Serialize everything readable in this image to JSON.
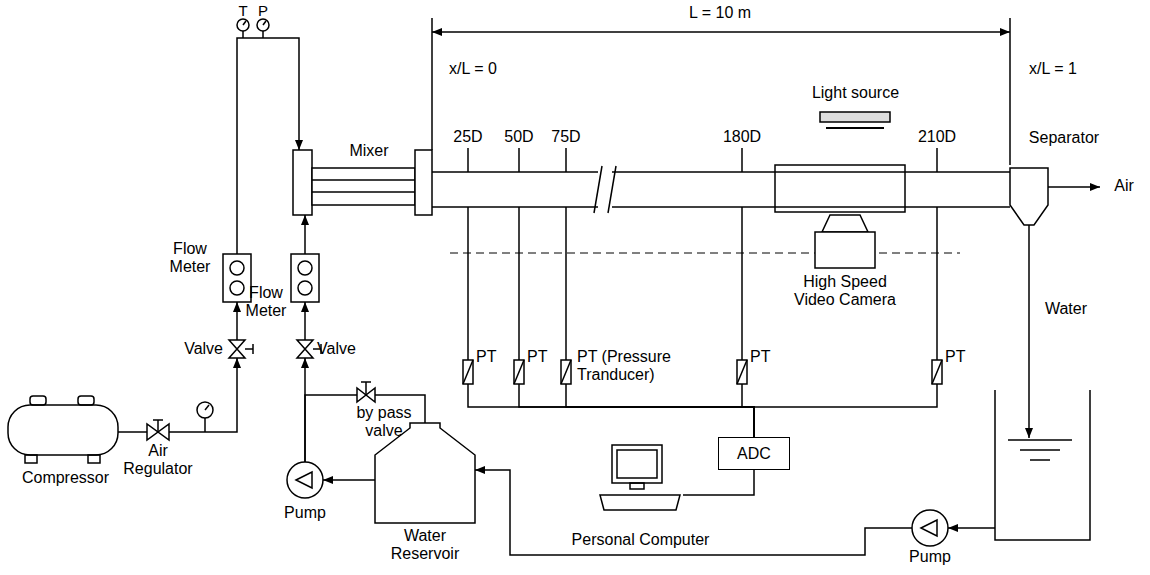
{
  "diagram": {
    "nodes": [
      {
        "text": [
          "Flow Meter"
        ]
      },
      {
        "text": [
          "Flow Meter"
        ]
      },
      {
        "text": [
          "Mixer"
        ]
      },
      {
        "text": [
          "Light source"
        ]
      },
      {
        "text": [
          "Separator"
        ]
      },
      {
        "text": [
          "Valve"
        ]
      },
      {
        "text": [
          "Valve"
        ]
      },
      {
        "text": [
          "High Speed Video Camera"
        ]
      },
      {
        "text": [
          "PT"
        ]
      },
      {
        "text": [
          "PT"
        ]
      },
      {
        "text": [
          "PT (Pressure Tranducer)"
        ]
      },
      {
        "text": [
          "PT"
        ]
      },
      {
        "text": [
          "PT"
        ]
      },
      {
        "text": [
          "by pass valve"
        ]
      },
      {
        "text": [
          "ADC"
        ]
      },
      {
        "text": [
          "Compressor"
        ]
      },
      {
        "text": [
          "Air Regulator"
        ]
      },
      {
        "text": [
          "Pump"
        ]
      },
      {
        "text": [
          "Water Reservoir"
        ]
      },
      {
        "text": [
          "Personal Computer"
        ]
      },
      {
        "text": [
          "Pump"
        ]
      }
    ],
    "edges": [
      {
        "from": 15,
        "to": 16,
        "arrow": "none"
      },
      {
        "from": 16,
        "to": 5,
        "arrow": "to"
      },
      {
        "from": 5,
        "to": 0,
        "arrow": "to"
      },
      {
        "from": 0,
        "to": 2,
        "arrow": "to"
      },
      {
        "from": 17,
        "to": 6,
        "arrow": "to"
      },
      {
        "from": 6,
        "to": 1,
        "arrow": "to"
      },
      {
        "from": 1,
        "to": 2,
        "arrow": "to"
      },
      {
        "from": 17,
        "to": 13,
        "arrow": "none"
      },
      {
        "from": 13,
        "to": 18,
        "arrow": "none"
      },
      {
        "from": 18,
        "to": 17,
        "arrow": "to"
      },
      {
        "from": 20,
        "to": 18,
        "arrow": "to"
      },
      {
        "from": 8,
        "to": 14,
        "arrow": "none"
      },
      {
        "from": 9,
        "to": 14,
        "arrow": "none"
      },
      {
        "from": 10,
        "to": 14,
        "arrow": "none"
      },
      {
        "from": 11,
        "to": 14,
        "arrow": "none"
      },
      {
        "from": 12,
        "to": 14,
        "arrow": "none"
      },
      {
        "from": 14,
        "to": 19,
        "arrow": "none"
      }
    ],
    "labels": [
      "T",
      "P",
      "L = 10 m",
      "x/L = 0",
      "x/L = 1",
      "25D",
      "50D",
      "75D",
      "180D",
      "210D",
      "Air",
      "Water"
    ]
  }
}
